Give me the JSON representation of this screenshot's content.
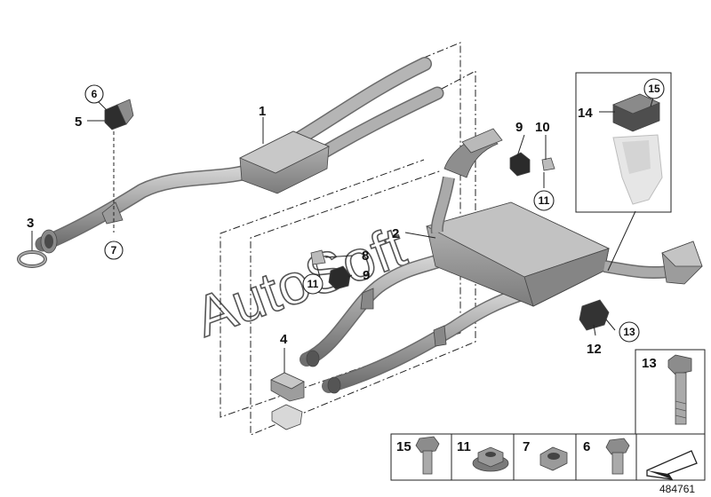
{
  "diagram": {
    "watermark": "AutoSoft",
    "document_number": "484761",
    "callouts": [
      {
        "id": "c1",
        "number": "1"
      },
      {
        "id": "c2",
        "number": "2"
      },
      {
        "id": "c3",
        "number": "3"
      },
      {
        "id": "c4",
        "number": "4"
      },
      {
        "id": "c5",
        "number": "5"
      },
      {
        "id": "c6",
        "number": "6",
        "circled": true
      },
      {
        "id": "c7",
        "number": "7",
        "circled": true
      },
      {
        "id": "c8",
        "number": "8"
      },
      {
        "id": "c9a",
        "number": "9"
      },
      {
        "id": "c9b",
        "number": "9"
      },
      {
        "id": "c10",
        "number": "10"
      },
      {
        "id": "c11a",
        "number": "11",
        "circled": true
      },
      {
        "id": "c11b",
        "number": "11",
        "circled": true
      },
      {
        "id": "c12",
        "number": "12"
      },
      {
        "id": "c13",
        "number": "13",
        "circled": true
      },
      {
        "id": "c14",
        "number": "14"
      },
      {
        "id": "c15",
        "number": "15",
        "circled": true
      }
    ],
    "hardware_boxes": [
      {
        "id": "h13",
        "number": "13",
        "part": "hex-bolt-long"
      },
      {
        "id": "h15",
        "number": "15",
        "part": "hex-bolt-flange"
      },
      {
        "id": "h11",
        "number": "11",
        "part": "hex-nut-flange"
      },
      {
        "id": "h7",
        "number": "7",
        "part": "hex-nut"
      },
      {
        "id": "h6",
        "number": "6",
        "part": "hex-bolt-short"
      }
    ],
    "colors": {
      "part_fill": "#a9a9a9",
      "part_dark": "#6f6f6f",
      "rubber": "#2b2b2b",
      "line": "#222222"
    }
  }
}
